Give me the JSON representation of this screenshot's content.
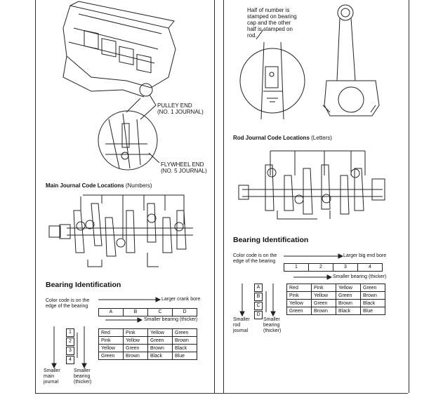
{
  "left": {
    "pulley_end": "PULLEY END",
    "pulley_end_sub": "(NO. 1 JOURNAL)",
    "flywheel_end": "FLYWHEEL END",
    "flywheel_end_sub": "(NO. 5 JOURNAL)",
    "main_title": "Main Journal Code Locations",
    "main_title_paren": "(Numbers)",
    "bearing_title": "Bearing Identification",
    "color_note_1": "Color code is on the",
    "color_note_2": "edge of the bearing",
    "larger_bore": "Larger crank bore",
    "smaller_bearing": "Smaller bearing (thicker)",
    "col_headers": [
      "A",
      "B",
      "C",
      "D"
    ],
    "row_numbers": [
      "1",
      "2",
      "3",
      "4"
    ],
    "rows": [
      [
        "Red",
        "Pink",
        "Yellow",
        "Green"
      ],
      [
        "Pink",
        "Yellow",
        "Green",
        "Brown"
      ],
      [
        "Yellow",
        "Green",
        "Brown",
        "Black"
      ],
      [
        "Green",
        "Brown",
        "Black",
        "Blue"
      ]
    ],
    "smaller_main_1": "Smaller",
    "smaller_main_2": "main",
    "smaller_main_3": "journal",
    "smaller_b_1": "Smaller",
    "smaller_b_2": "bearing",
    "smaller_b_3": "(thicker)"
  },
  "right": {
    "half_note_1": "Half of number is",
    "half_note_2": "stamped on bearing",
    "half_note_3": "cap and the other",
    "half_note_4": "half is stamped on",
    "half_note_5": "rod.",
    "rod_title": "Rod Journal Code Locations",
    "rod_title_paren": "(Letters)",
    "bearing_title": "Bearing Identification",
    "color_note_1": "Color code is on the",
    "color_note_2": "edge of the bearing",
    "larger_bore": "Larger big end bore",
    "smaller_bearing": "Smaller bearing (thicker)",
    "col_headers": [
      "1",
      "2",
      "3",
      "4"
    ],
    "row_letters": [
      "A",
      "B",
      "C",
      "D"
    ],
    "rows": [
      [
        "Red",
        "Pink",
        "Yellow",
        "Green"
      ],
      [
        "Pink",
        "Yellow",
        "Green",
        "Brown"
      ],
      [
        "Yellow",
        "Green",
        "Brown",
        "Black"
      ],
      [
        "Green",
        "Brown",
        "Black",
        "Blue"
      ]
    ],
    "smaller_rod_1": "Smaller",
    "smaller_rod_2": "rod",
    "smaller_rod_3": "journal",
    "smaller_b_1": "Smaller",
    "smaller_b_2": "bearing",
    "smaller_b_3": "(thicker)"
  }
}
